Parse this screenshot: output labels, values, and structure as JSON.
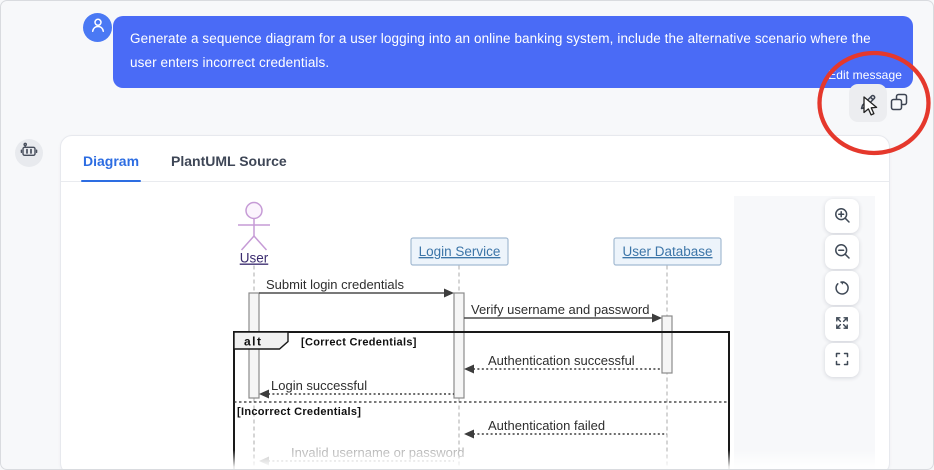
{
  "user_message": {
    "text": "Generate a sequence diagram for a user logging into an online banking system, include the alternative scenario where the user enters incorrect credentials.",
    "edit_tooltip": "Edit message",
    "bubble_color": "#4a6bf6",
    "annotation_color": "#e5382c",
    "actions": [
      {
        "name": "edit",
        "icon": "pencil-icon"
      },
      {
        "name": "copy",
        "icon": "copy-icon"
      }
    ]
  },
  "panel": {
    "accent_color": "#2d6de2",
    "tabs": [
      {
        "label": "Diagram",
        "active": true
      },
      {
        "label": "PlantUML Source",
        "active": false
      }
    ],
    "controls": [
      {
        "name": "zoom-in",
        "icon": "zoom-in-icon"
      },
      {
        "name": "zoom-out",
        "icon": "zoom-out-icon"
      },
      {
        "name": "reset-view",
        "icon": "reset-icon"
      },
      {
        "name": "expand",
        "icon": "expand-arrows-icon"
      },
      {
        "name": "fullscreen",
        "icon": "fullscreen-icon"
      }
    ]
  },
  "diagram": {
    "type": "sequence",
    "actor": {
      "label": "User"
    },
    "participants": [
      {
        "label": "Login Service"
      },
      {
        "label": "User Database"
      }
    ],
    "alt_frame": {
      "operator": "alt",
      "guards": [
        "[Correct Credentials]",
        "[Incorrect Credentials]"
      ]
    },
    "messages": [
      {
        "text": "Submit login credentials",
        "from": "User",
        "to": "Login Service",
        "line": "solid"
      },
      {
        "text": "Verify username and password",
        "from": "Login Service",
        "to": "User Database",
        "line": "solid"
      },
      {
        "text": "Authentication successful",
        "from": "User Database",
        "to": "Login Service",
        "line": "dashed"
      },
      {
        "text": "Login successful",
        "from": "Login Service",
        "to": "User",
        "line": "dashed"
      },
      {
        "text": "Authentication failed",
        "from": "User Database",
        "to": "Login Service",
        "line": "dashed"
      },
      {
        "text": "Invalid username or password",
        "from": "Login Service",
        "to": "User",
        "line": "dashed"
      }
    ]
  }
}
